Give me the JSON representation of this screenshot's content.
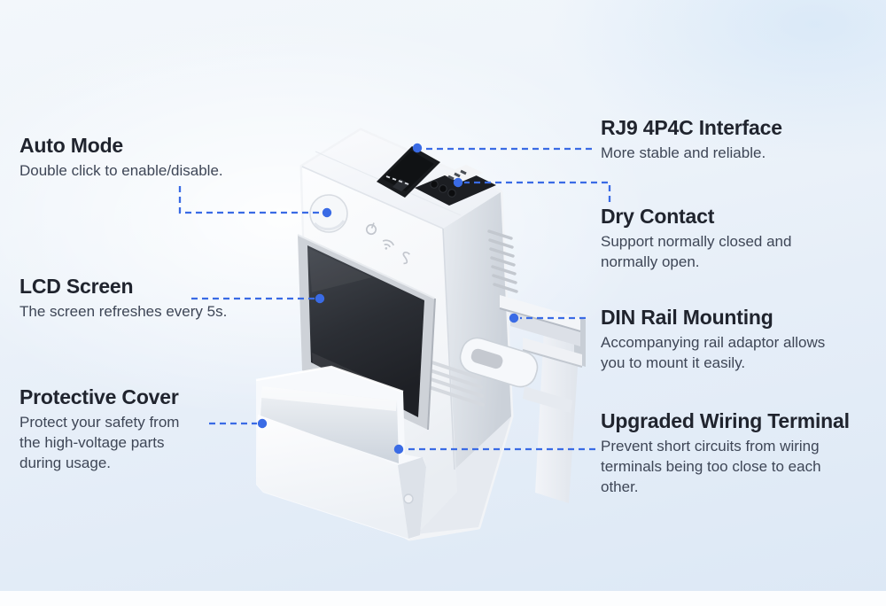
{
  "colors": {
    "accent": "#3a6be5",
    "title_text": "#20242e",
    "body_text": "#3e4656",
    "background_top": "#f3f7fb",
    "background_bottom": "#dce8f5"
  },
  "device": {
    "label": "smart-switch-with-lcd",
    "parts": [
      "rj9-port",
      "dry-contact-terminal",
      "device-button",
      "status-icons",
      "lcd-screen",
      "wiring-terminal-holes",
      "din-rail-bracket",
      "protective-cover"
    ],
    "status_icons": [
      "power-icon",
      "wifi-icon",
      "sensor-icon"
    ]
  },
  "callouts": {
    "auto_mode": {
      "title": "Auto Mode",
      "desc": "Double click to enable/disable."
    },
    "lcd_screen": {
      "title": "LCD Screen",
      "desc": "The screen refreshes every 5s."
    },
    "protective_cover": {
      "title": "Protective Cover",
      "desc": "Protect your safety from\nthe high-voltage parts\nduring usage."
    },
    "rj9_interface": {
      "title": "RJ9 4P4C Interface",
      "desc": "More stable and reliable."
    },
    "dry_contact": {
      "title": "Dry Contact",
      "desc": "Support normally closed and\nnormally open."
    },
    "din_rail": {
      "title": "DIN Rail Mounting",
      "desc": "Accompanying rail adaptor allows\nyou to mount it easily."
    },
    "wiring_terminal": {
      "title": "Upgraded Wiring Terminal",
      "desc": "Prevent short circuits from wiring\nterminals being too close to each\nother."
    }
  }
}
